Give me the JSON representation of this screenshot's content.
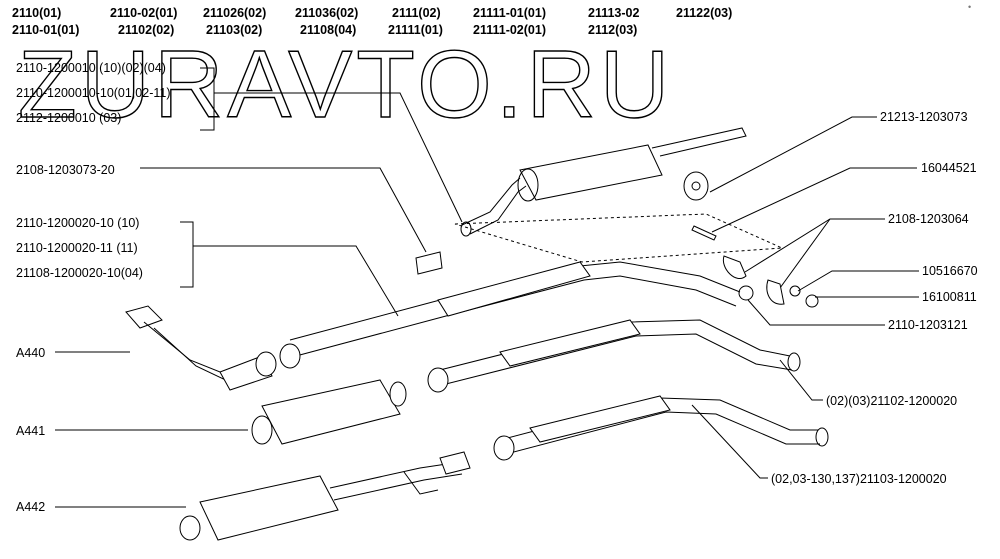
{
  "header_row1": [
    "2110(01)",
    "2110-02(01)",
    "211026(02)",
    "211036(02)",
    "2111(02)",
    "21111-01(01)",
    "21113-02",
    "21122(03)"
  ],
  "header_row2": [
    "2110-01(01)",
    "21102(02)",
    "21103(02)",
    "21108(04)",
    "21111(01)",
    "21111-02(01)",
    "2112(03)"
  ],
  "watermark": "ZURAVTO.RU",
  "corner_mark": "•",
  "left_labels": {
    "group1": [
      "2110-1200010  (10)(02)(04)",
      "2110-1200010-10(01,02-11)",
      "2112-1200010              (03)"
    ],
    "clamp_pad": "2108-1203073-20",
    "group2": [
      "2110-1200020-10 (10)",
      "2110-1200020-11 (11)",
      "21108-1200020-10(04)"
    ],
    "a440": "A440",
    "a441": "A441",
    "a442": "A442"
  },
  "right_labels": {
    "r1": "21213-1203073",
    "r2": "16044521",
    "r3": "2108-1203064",
    "r4": "10516670",
    "r5": "16100811",
    "r6": "2110-1203121",
    "r7": "(02)(03)21102-1200020",
    "r8": "(02,03-130,137)21103-1200020"
  }
}
